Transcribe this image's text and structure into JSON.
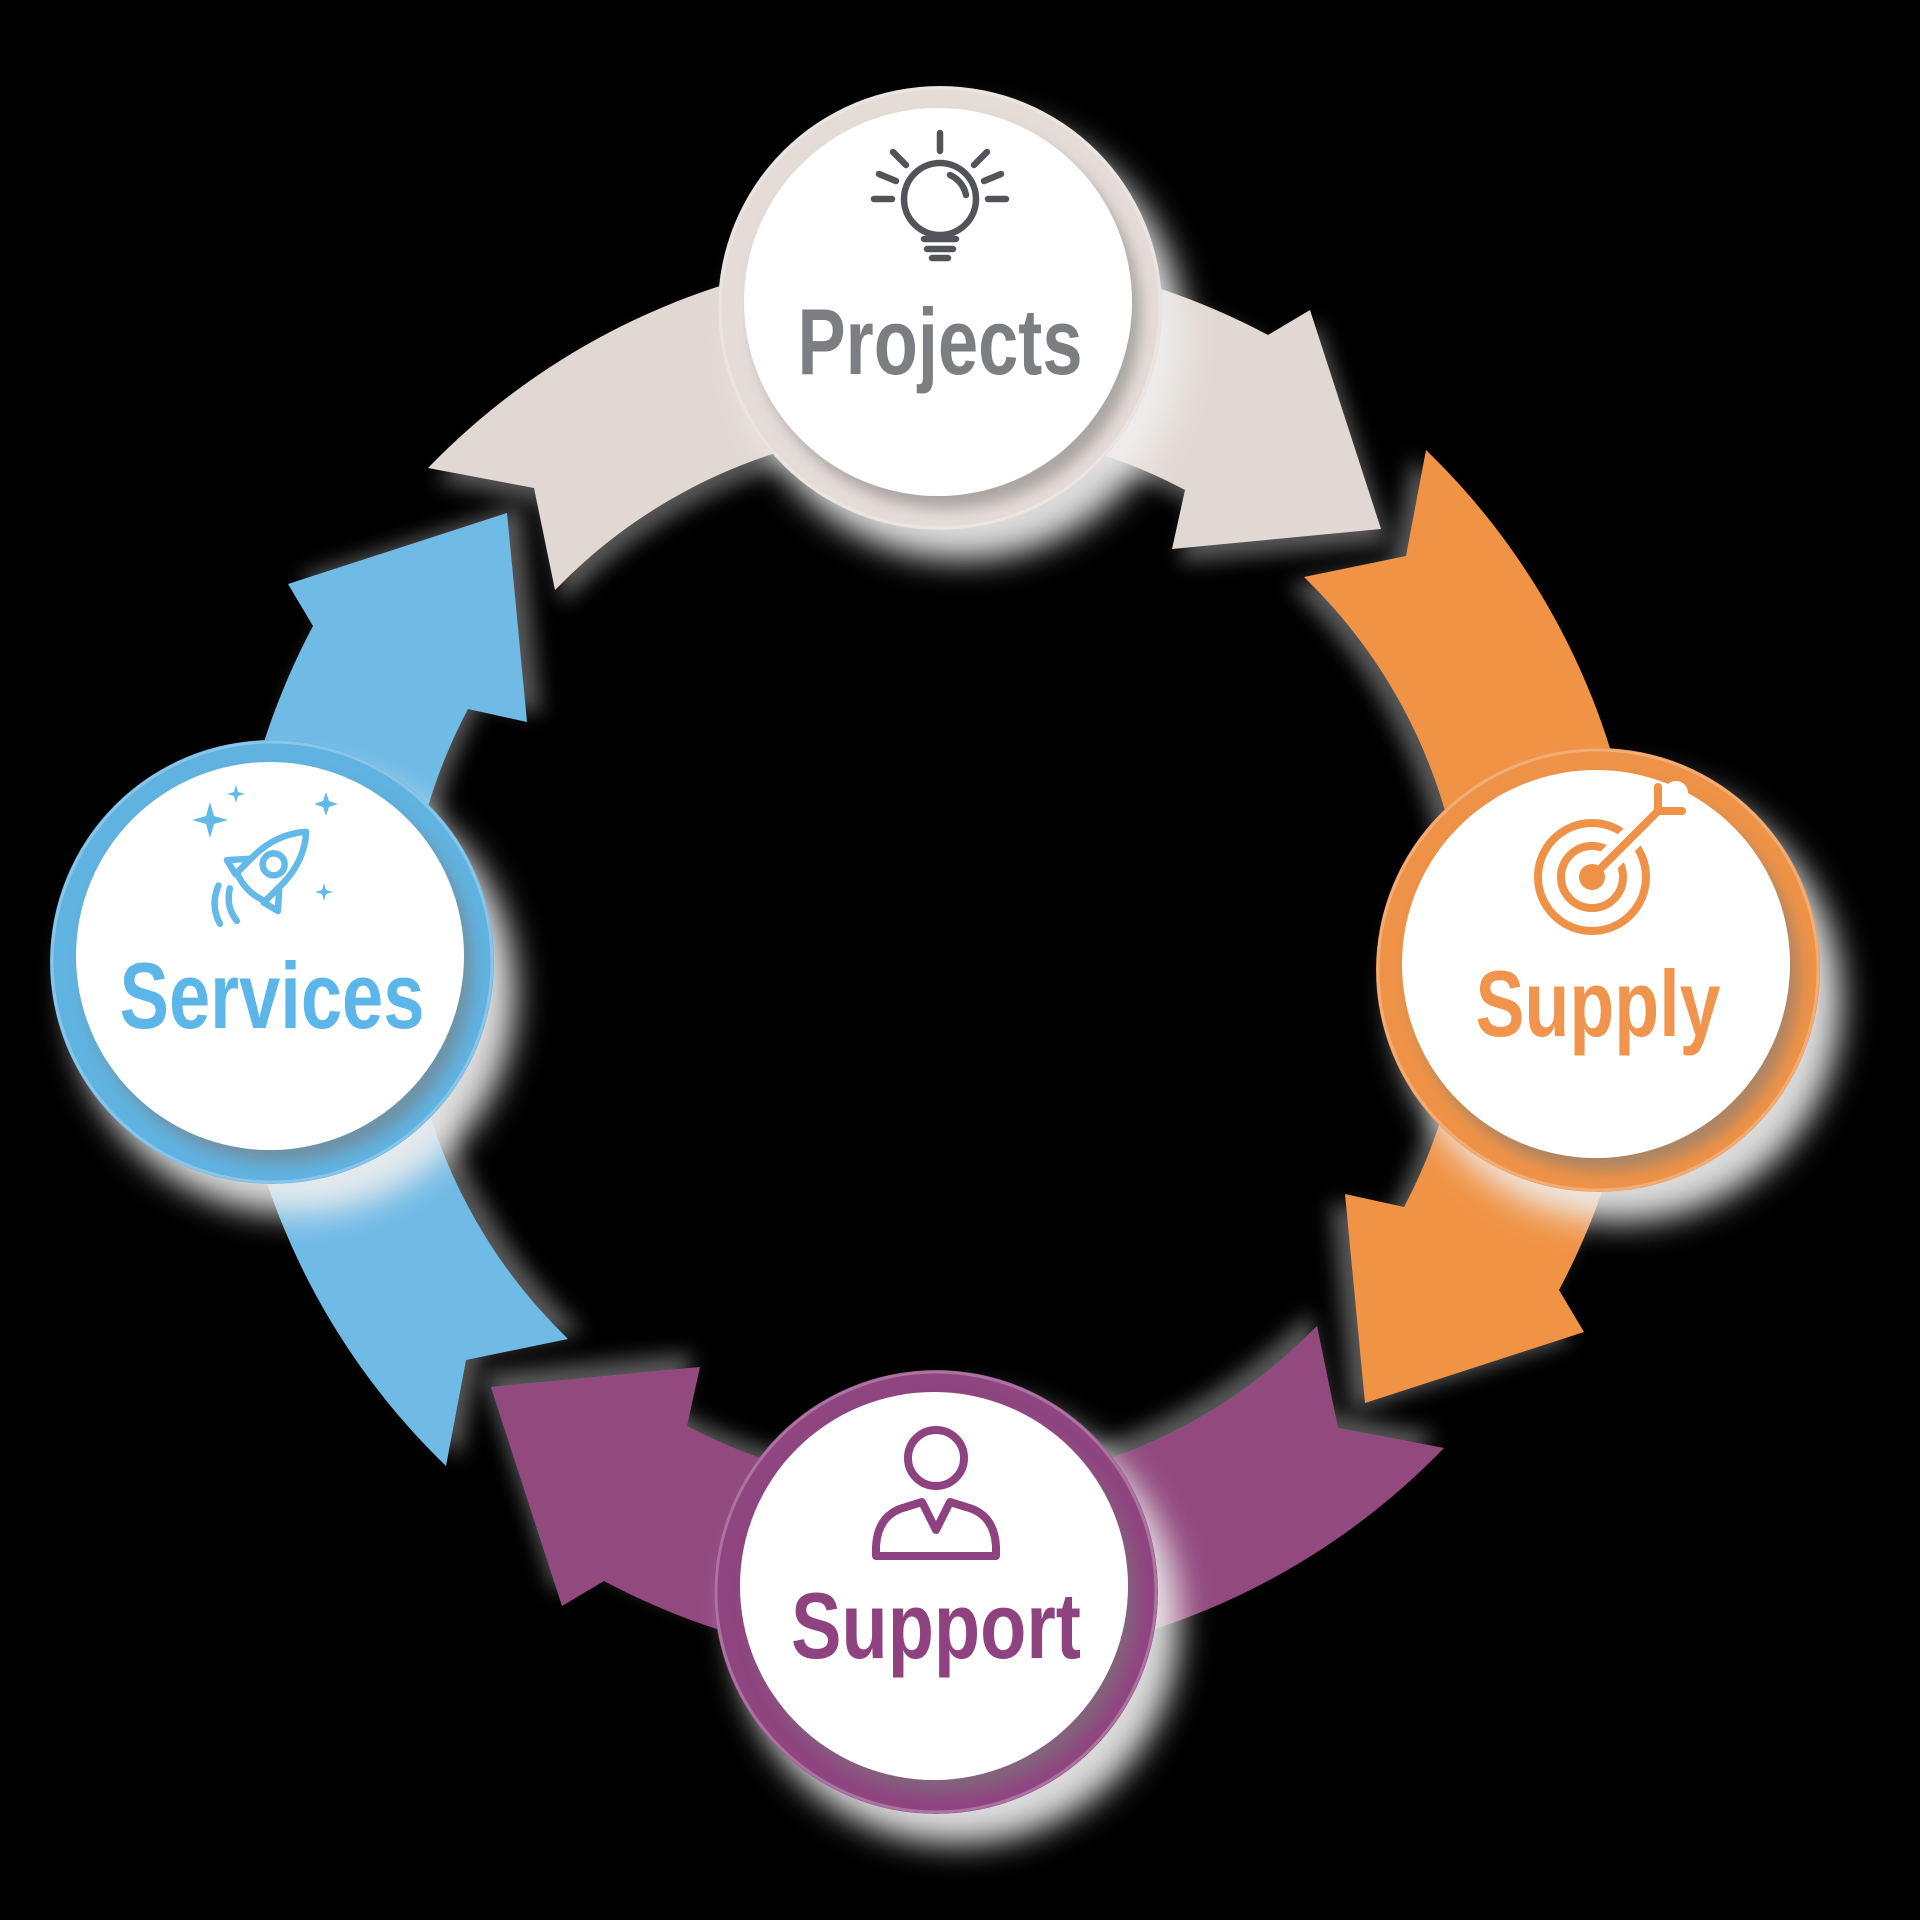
{
  "background": "#000000",
  "diagram": {
    "type": "cycle",
    "direction": "clockwise",
    "nodes": [
      {
        "id": "projects",
        "label": "Projects",
        "icon": "lightbulb-icon",
        "ring_color": "#E5DCD8",
        "text_color": "#7D7E82",
        "icon_color": "#53545A"
      },
      {
        "id": "supply",
        "label": "Supply",
        "icon": "target-dart-icon",
        "ring_color": "#EE9247",
        "text_color": "#F0944E",
        "icon_color": "#EF9147"
      },
      {
        "id": "support",
        "label": "Support",
        "icon": "person-icon",
        "ring_color": "#8F4480",
        "text_color": "#8E4380",
        "icon_color": "#8E4380"
      },
      {
        "id": "services",
        "label": "Services",
        "icon": "rocket-icon",
        "ring_color": "#61B2E0",
        "text_color": "#5CB6EA",
        "icon_color": "#63B9E7"
      }
    ],
    "arrows": [
      {
        "from": "Projects",
        "to": "Supply",
        "color": "#E2D8D3"
      },
      {
        "from": "Supply",
        "to": "Support",
        "color": "#F09345"
      },
      {
        "from": "Support",
        "to": "Services",
        "color": "#91497E"
      },
      {
        "from": "Services",
        "to": "Projects",
        "color": "#70BAE6"
      }
    ]
  }
}
